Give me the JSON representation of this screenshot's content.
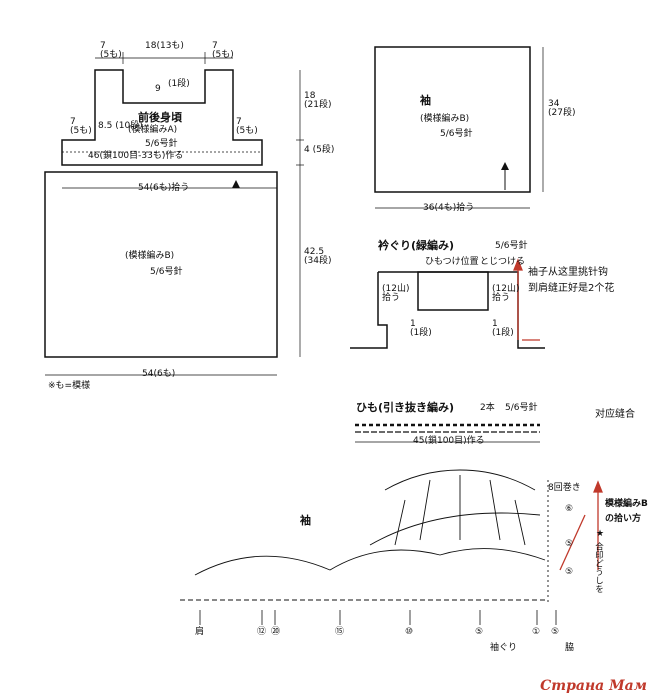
{
  "body": {
    "top_dims": [
      "7",
      "(5も)",
      "18(13も)",
      "7",
      "(5も)"
    ],
    "shoulder_drop": "9",
    "shoulder_drop_rows": "(1段)",
    "title": "前後身頃",
    "pattern": "(模様編みA)",
    "needle": "5/6号針",
    "left_side": [
      "7",
      "(5も)"
    ],
    "left_inner": [
      "8.5",
      "(10段)"
    ],
    "right_side": [
      "7",
      "(5も)"
    ],
    "chain_start": "46(鎖100目-33も)作る",
    "height_upper": [
      "18",
      "(21段)"
    ],
    "height_band": [
      "4",
      "(5段)"
    ],
    "pickup": "54(6も)拾う",
    "skirt_pattern": "(模様編みB)",
    "skirt_needle": "5/6号針",
    "skirt_height": [
      "42.5",
      "(34段)"
    ],
    "bottom_width": "54(6も)",
    "note": "※も=模様"
  },
  "sleeve": {
    "title": "袖",
    "pattern": "(模様編みB)",
    "needle": "5/6号針",
    "height": [
      "34",
      "(27段)"
    ],
    "width_pickup": "36(4も)拾う"
  },
  "collar": {
    "title": "衿ぐり",
    "title_paren": "(緑編み)",
    "needle": "5/6号針",
    "tie_pos": "ひもつけ位置",
    "tie_attach": "とじつける",
    "left_pick": [
      "(12山)",
      "拾う"
    ],
    "right_pick": [
      "(12山)",
      "拾う"
    ],
    "rows_left": [
      "1",
      "(1段)"
    ],
    "rows_right": [
      "1",
      "(1段)"
    ],
    "cn_note_1": "袖子从这里挑针钩",
    "cn_note_2": "到肩缝正好是2个花"
  },
  "tie": {
    "title": "ひも",
    "paren": "(引き抜き編み)",
    "count": "2本",
    "needle": "5/6号針",
    "chain": "45(鎖100目)作る",
    "cn_note": "对应缝合"
  },
  "chart": {
    "title": "袖",
    "repeat": "8回巻き",
    "pickup_title_1": "模様編みB",
    "pickup_title_2": "の拾い方",
    "star": "★",
    "align": "合印どうしを",
    "bottom_labels": [
      "肩",
      "⑫",
      "⑳",
      "⑮",
      "⑩",
      "⑤",
      "①",
      "⑤"
    ],
    "armhole": "袖ぐり",
    "side": "脇",
    "row_markers": [
      "⑥",
      "⑤",
      "⑤"
    ]
  },
  "watermark": "Страна Мам",
  "colors": {
    "accent_red": "#c0392b",
    "line": "#111111"
  }
}
